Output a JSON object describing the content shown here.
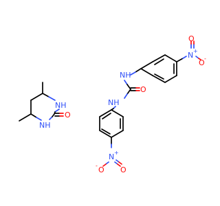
{
  "molecules": [
    {
      "name": "4,6-dimethyl-1,3-diazinan-2-one",
      "atom_labels": {
        "nh_top": "NH",
        "nh_bottom": "NH",
        "o": "O"
      }
    },
    {
      "name": "1,3-bis(4-nitrophenyl)urea",
      "atom_labels": {
        "urea_nh_top": "NH",
        "urea_nh_bottom": "NH",
        "urea_o": "O",
        "nitro_top_n": "N",
        "nitro_top_n_charge": "+",
        "nitro_top_o1": "O",
        "nitro_top_o2": "O",
        "nitro_top_o2_charge": "-",
        "nitro_bottom_n": "N",
        "nitro_bottom_n_charge": "+",
        "nitro_bottom_o1": "O",
        "nitro_bottom_o1_charge": "-",
        "nitro_bottom_o2": "O"
      }
    }
  ],
  "colors": {
    "carbon_bond": "#000000",
    "nitrogen": "#3050f8",
    "oxygen": "#ff0d0d"
  }
}
